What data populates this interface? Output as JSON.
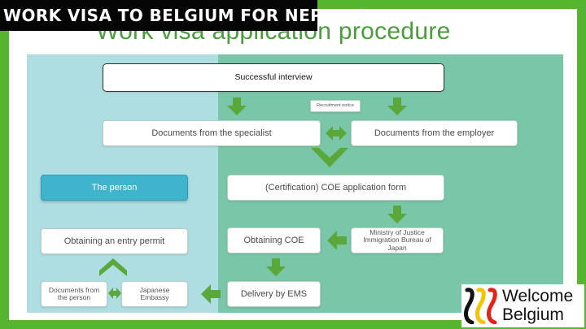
{
  "banner": {
    "title": "WORK VISA TO BELGIUM FOR NEPALESE"
  },
  "slide": {
    "heading": "Work visa application procedure"
  },
  "boxes": {
    "successful_interview": "Successful interview",
    "recruitment_notice": "Recruitment notice",
    "documents_specialist": "Documents from the specialist",
    "documents_employer": "Documents from the employer",
    "coe_application": "(Certification) COE application form",
    "the_person": "The person",
    "ministry_of_justice": "Ministry of Justice Immigration Bureau of Japan",
    "obtaining_coe": "Obtaining COE",
    "obtaining_entry_permit": "Obtaining an entry permit",
    "documents_from_person": "Documents from the person",
    "japanese_embassy": "Japanese Embassy",
    "delivery_by_ems": "Delivery by EMS"
  },
  "logo": {
    "line1": "Welcome",
    "line2": "Belgium"
  },
  "colors": {
    "frame_green": "#55b52e",
    "panel_left": "#aedee2",
    "panel_right": "#79c7a8",
    "arrow_green": "#5aa83c",
    "person_box": "#3fb4cc",
    "heading_green": "#4e9a40"
  }
}
